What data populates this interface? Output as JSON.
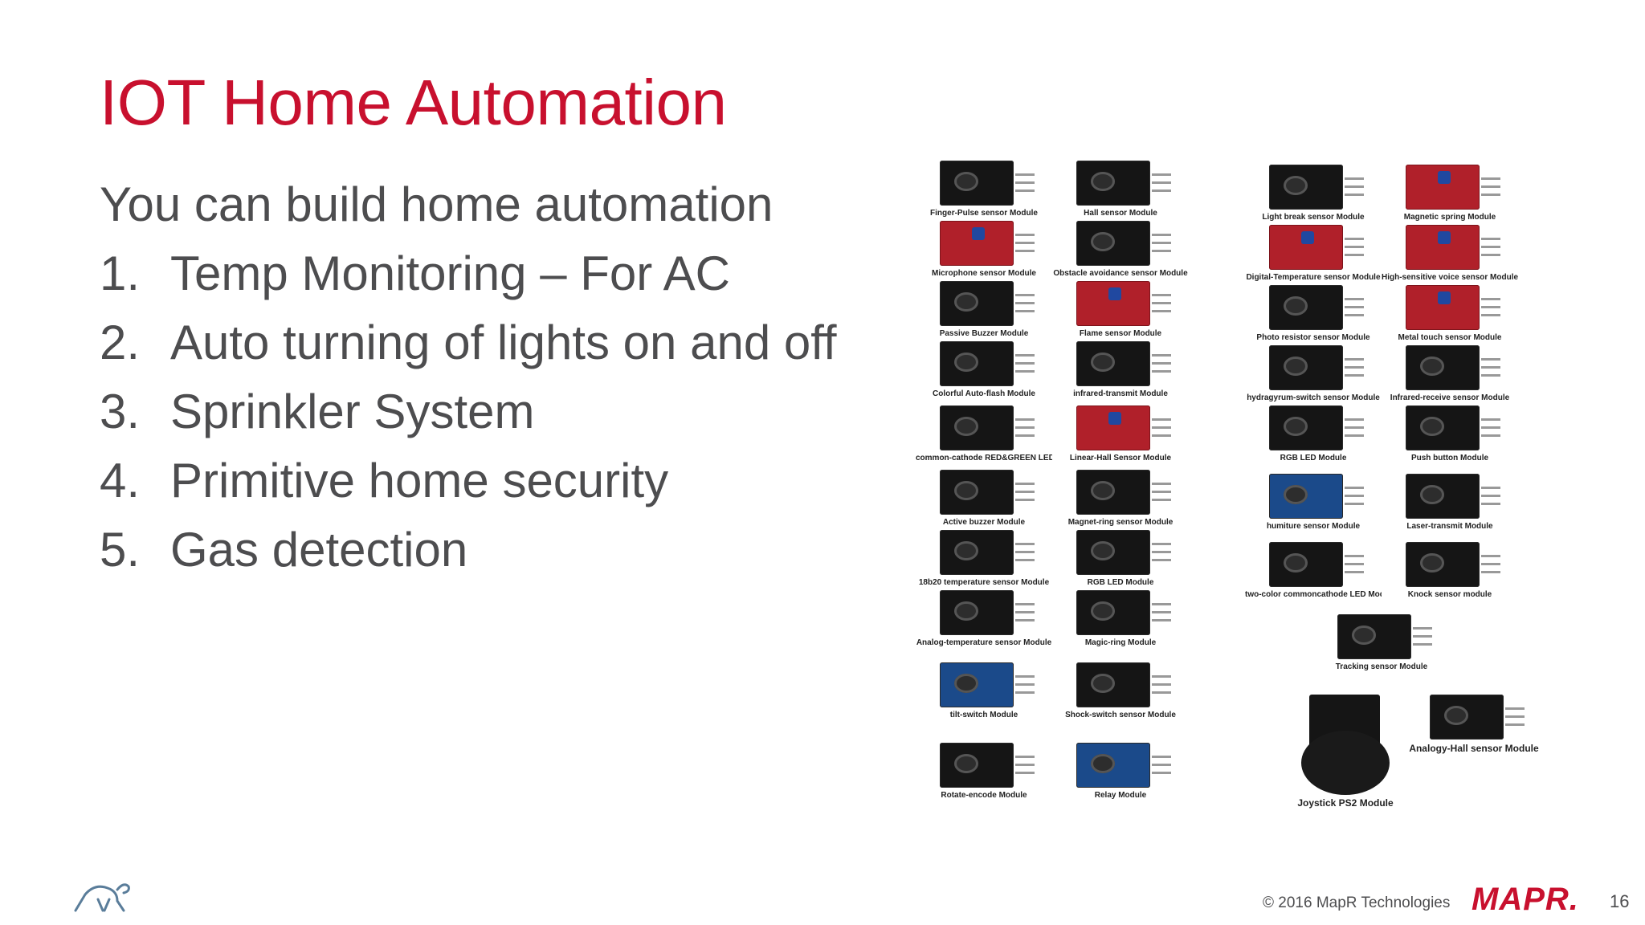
{
  "slide": {
    "title": "IOT Home Automation",
    "intro": "You can build home automation",
    "items": [
      {
        "num": "1.",
        "text": "Temp Monitoring – For AC"
      },
      {
        "num": "2.",
        "text": "Auto turning of lights on and off"
      },
      {
        "num": "3.",
        "text": "Sprinkler System"
      },
      {
        "num": "4.",
        "text": "Primitive home security"
      },
      {
        "num": "5.",
        "text": "Gas detection"
      }
    ]
  },
  "sensors": [
    "Finger-Pulse sensor Module",
    "Hall sensor Module",
    "Microphone sensor Module",
    "Obstacle avoidance sensor Module",
    "Passive Buzzer Module",
    "Flame sensor Module",
    "Colorful Auto-flash Module",
    "infrared-transmit Module",
    "common-cathode RED&GREEN LED Module",
    "Linear-Hall Sensor Module",
    "Active buzzer Module",
    "Magnet-ring sensor Module",
    "18b20 temperature sensor Module",
    "RGB LED Module",
    "Analog-temperature sensor Module",
    "Magic-ring Module",
    "tilt-switch Module",
    "Shock-switch sensor Module",
    "Rotate-encode Module",
    "Relay Module",
    "Light break sensor Module",
    "Magnetic spring Module",
    "Digital-Temperature sensor Module",
    "High-sensitive voice sensor Module",
    "Photo resistor sensor Module",
    "Metal touch sensor Module",
    "hydragyrum-switch sensor Module",
    "Infrared-receive sensor Module",
    "RGB LED Module",
    "Push button Module",
    "humiture sensor Module",
    "Laser-transmit Module",
    "two-color commoncathode LED Module",
    "Knock sensor module",
    "Tracking sensor Module",
    "Joystick PS2 Module",
    "Analogy-Hall sensor Module"
  ],
  "footer": {
    "copyright": "© 2016 MapR Technologies",
    "brand": "MAPR.",
    "page_number": "16"
  },
  "colors": {
    "title": "#c8102e",
    "body_text": "#4d4d4f",
    "brand": "#c8102e"
  }
}
